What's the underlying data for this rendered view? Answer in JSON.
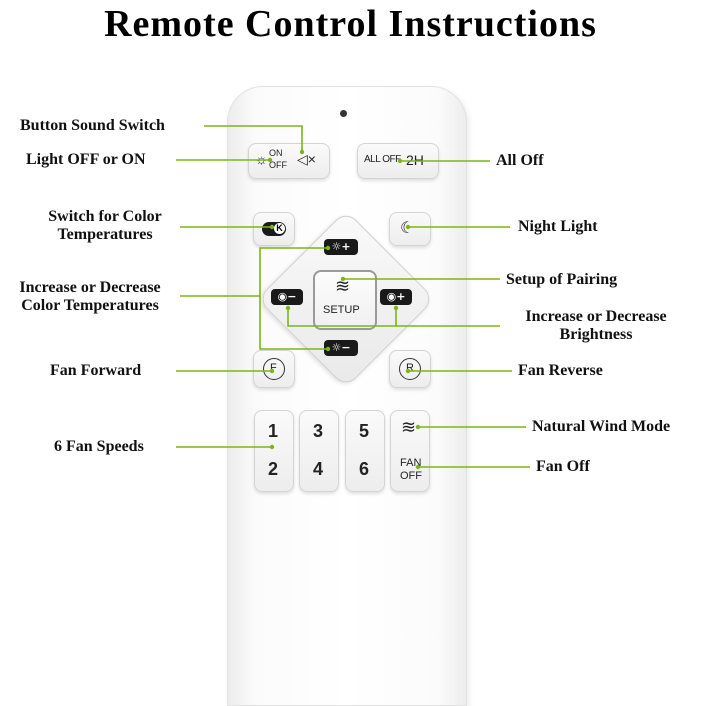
{
  "title": "Remote Control Instructions",
  "labels": {
    "button_sound_switch": "Button Sound Switch",
    "light_off_on": "Light OFF or ON",
    "all_off": "All Off",
    "switch_color_temp_1": "Switch for Color",
    "switch_color_temp_2": "Temperatures",
    "night_light": "Night Light",
    "setup_pairing": "Setup of Pairing",
    "inc_dec_color_1": "Increase or Decrease",
    "inc_dec_color_2": "Color Temperatures",
    "inc_dec_bright_1": "Increase or Decrease",
    "inc_dec_bright_2": "Brightness",
    "fan_forward": "Fan Forward",
    "fan_reverse": "Fan Reverse",
    "six_fan_speeds": "6 Fan Speeds",
    "natural_wind": "Natural Wind Mode",
    "fan_off": "Fan Off"
  },
  "keys": {
    "on": "ON",
    "off": "OFF",
    "all_off": "ALL OFF",
    "timer": "2H",
    "k": "K",
    "setup": "SETUP",
    "f": "F",
    "r": "R",
    "speeds": [
      "1",
      "2",
      "3",
      "4",
      "5",
      "6"
    ],
    "fan": "FAN",
    "fan_off": "OFF",
    "plus": "+",
    "minus": "−"
  },
  "colors": {
    "line": "#7cb518",
    "text": "#111111"
  }
}
